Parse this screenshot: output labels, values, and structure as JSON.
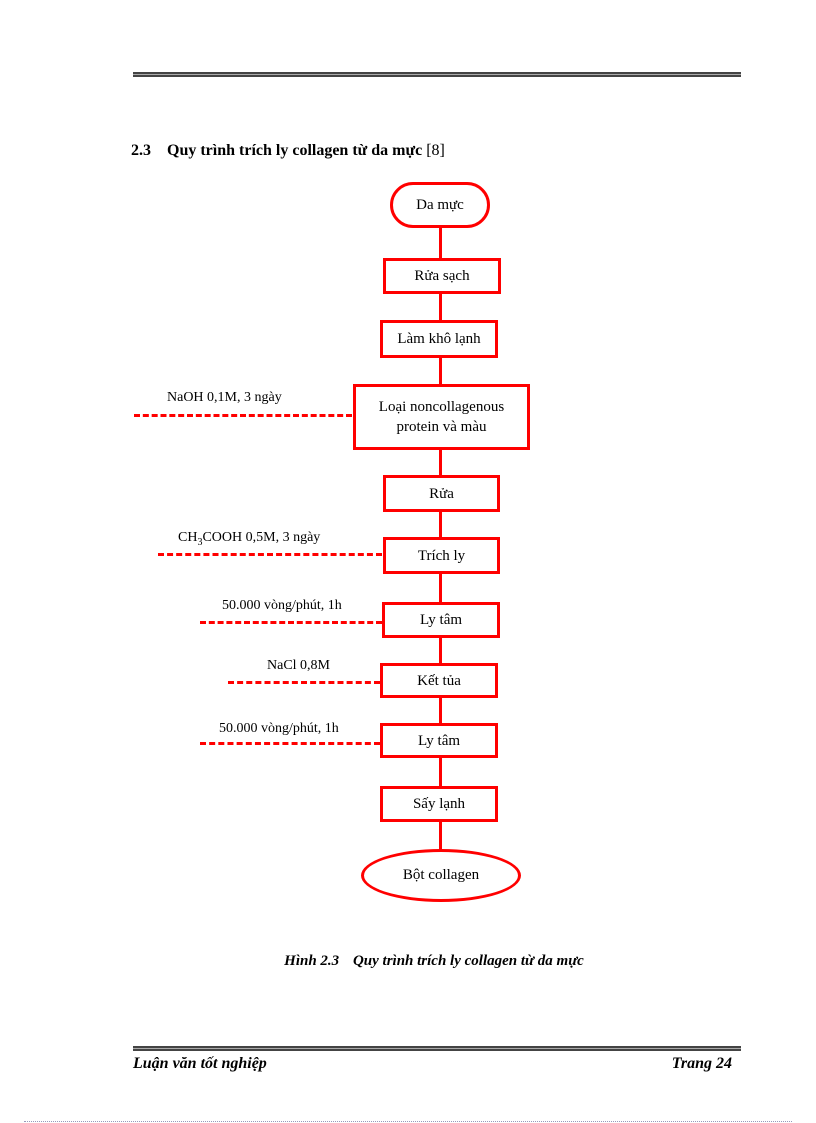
{
  "heading": {
    "number": "2.3",
    "title": "Quy trình trích ly collagen từ da mực",
    "ref": "[8]"
  },
  "flowchart": {
    "start": "Da mực",
    "steps": [
      "Rửa sạch",
      "Làm khô lạnh",
      "Loại noncollagenous protein và màu",
      "Rửa",
      "Trích ly",
      "Ly tâm",
      "Kết tủa",
      "Ly tâm",
      "Sấy lạnh"
    ],
    "end": "Bột collagen",
    "notes": {
      "naoh": "NaOH  0,1M, 3 ngày",
      "acid_pre": "CH",
      "acid_sub": "3",
      "acid_post": "COOH 0,5M, 3 ngày",
      "centrifuge1": "50.000 vòng/phút,  1h",
      "nacl": "NaCl 0,8M",
      "centrifuge2": "50.000 vòng/phút,  1h"
    },
    "color": "#ff0000"
  },
  "caption": {
    "label": "Hình  2.3",
    "text": "Quy trình trích ly collagen từ da mực"
  },
  "footer": {
    "left": "Luận văn tốt nghiệp",
    "right": "Trang 24"
  }
}
